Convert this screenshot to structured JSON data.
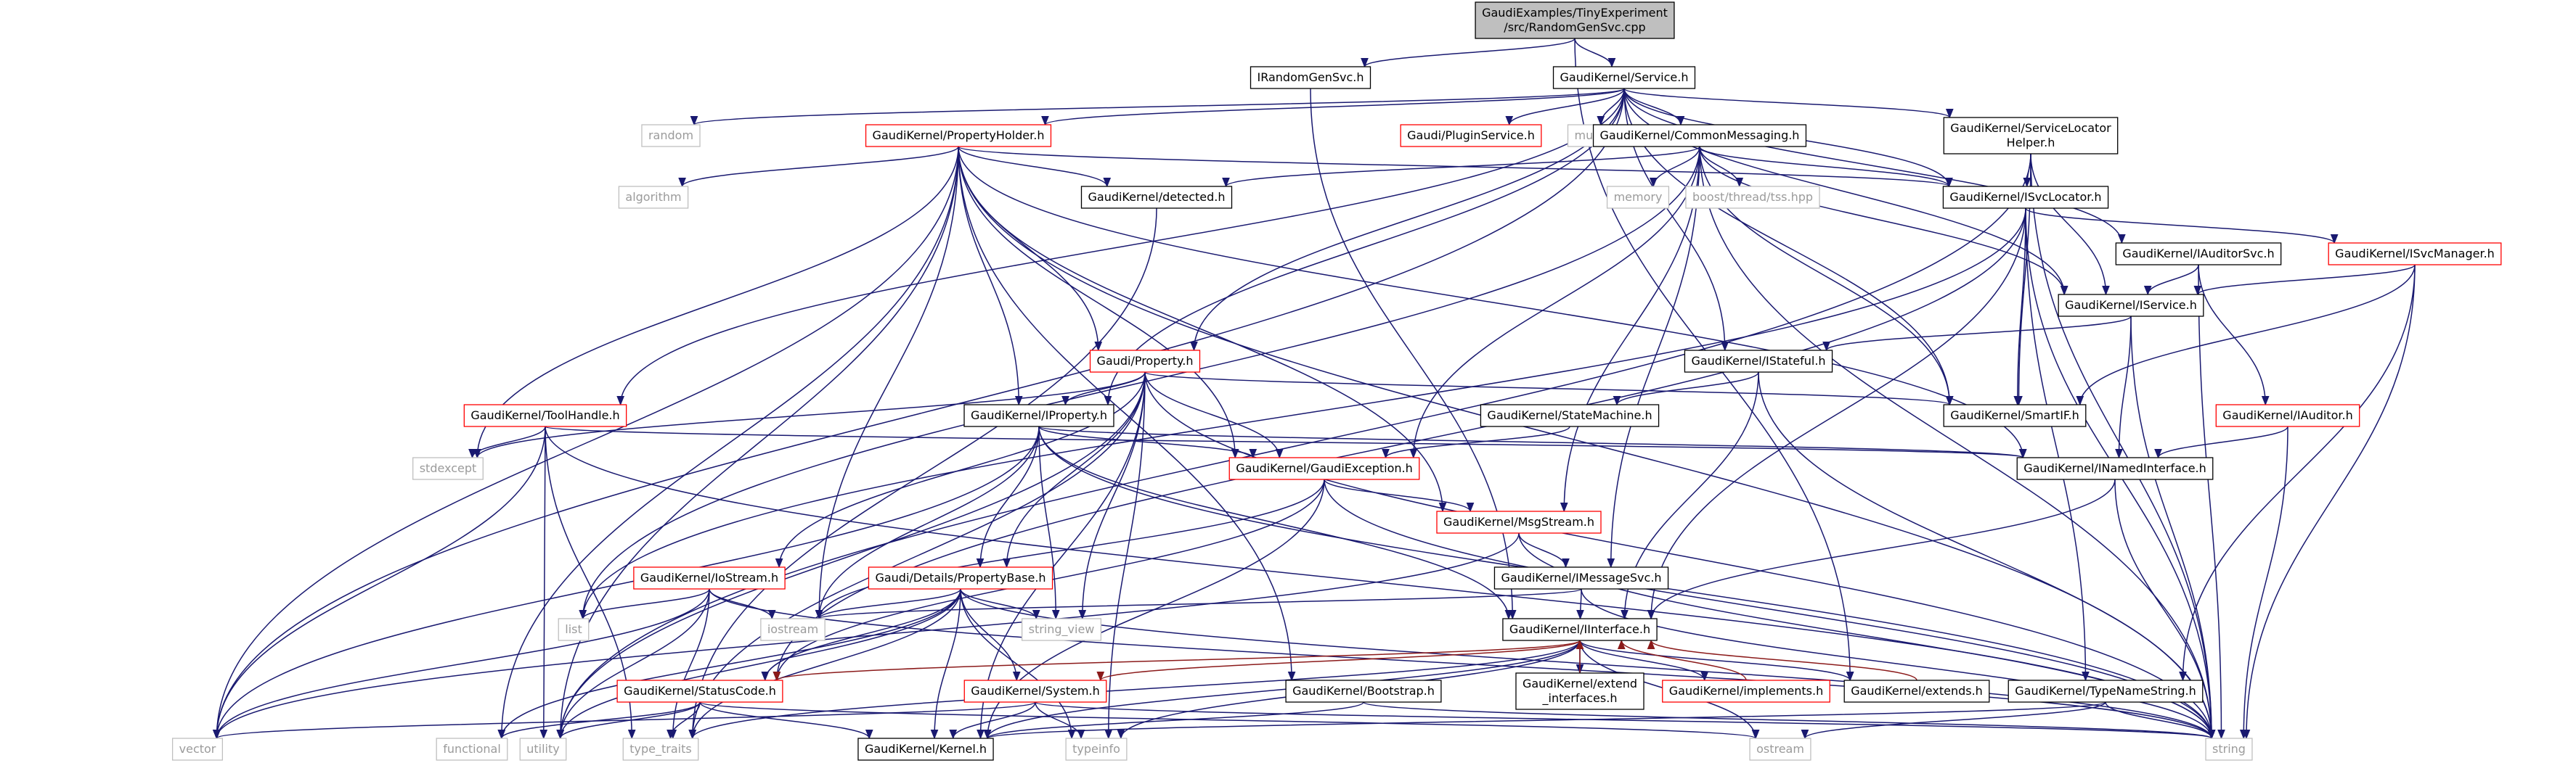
{
  "colors": {
    "root_fill": "#bfbfbf",
    "box_stroke": "#000000",
    "missing_stroke": "#bfbfbf",
    "normal_text": "#000000",
    "missing_text": "#9b9b9b",
    "edge_navy": "#191970",
    "edge_red": "#8b1a1a",
    "link_red": "#ff0000"
  },
  "nodes": [
    {
      "id": "root",
      "lines": [
        "GaudiExamples/TinyExperiment",
        "/src/RandomGenSvc.cpp"
      ],
      "kind": "root"
    },
    {
      "id": "irandom",
      "lines": [
        "IRandomGenSvc.h"
      ],
      "kind": "doc"
    },
    {
      "id": "service",
      "lines": [
        "GaudiKernel/Service.h"
      ],
      "kind": "doc"
    },
    {
      "id": "random",
      "lines": [
        "random"
      ],
      "kind": "missing"
    },
    {
      "id": "propholder",
      "lines": [
        "GaudiKernel/PropertyHolder.h"
      ],
      "kind": "red"
    },
    {
      "id": "pluginsvc",
      "lines": [
        "Gaudi/PluginService.h"
      ],
      "kind": "red"
    },
    {
      "id": "mutex",
      "lines": [
        "mutex"
      ],
      "kind": "missing"
    },
    {
      "id": "commonmsg",
      "lines": [
        "GaudiKernel/CommonMessaging.h"
      ],
      "kind": "doc"
    },
    {
      "id": "svclochelper",
      "lines": [
        "GaudiKernel/ServiceLocator",
        "Helper.h"
      ],
      "kind": "doc"
    },
    {
      "id": "algorithm",
      "lines": [
        "algorithm"
      ],
      "kind": "missing"
    },
    {
      "id": "detected",
      "lines": [
        "GaudiKernel/detected.h"
      ],
      "kind": "doc"
    },
    {
      "id": "memory",
      "lines": [
        "memory"
      ],
      "kind": "missing"
    },
    {
      "id": "boosttss",
      "lines": [
        "boost/thread/tss.hpp"
      ],
      "kind": "missing"
    },
    {
      "id": "isvclocator",
      "lines": [
        "GaudiKernel/ISvcLocator.h"
      ],
      "kind": "doc"
    },
    {
      "id": "iauditorsvc",
      "lines": [
        "GaudiKernel/IAuditorSvc.h"
      ],
      "kind": "doc"
    },
    {
      "id": "isvcmanager",
      "lines": [
        "GaudiKernel/ISvcManager.h"
      ],
      "kind": "red"
    },
    {
      "id": "iservice",
      "lines": [
        "GaudiKernel/IService.h"
      ],
      "kind": "doc"
    },
    {
      "id": "property",
      "lines": [
        "Gaudi/Property.h"
      ],
      "kind": "red"
    },
    {
      "id": "istateful",
      "lines": [
        "GaudiKernel/IStateful.h"
      ],
      "kind": "doc"
    },
    {
      "id": "toolhandle",
      "lines": [
        "GaudiKernel/ToolHandle.h"
      ],
      "kind": "red"
    },
    {
      "id": "iproperty",
      "lines": [
        "GaudiKernel/IProperty.h"
      ],
      "kind": "doc"
    },
    {
      "id": "statemachine",
      "lines": [
        "GaudiKernel/StateMachine.h"
      ],
      "kind": "doc"
    },
    {
      "id": "smartif",
      "lines": [
        "GaudiKernel/SmartIF.h"
      ],
      "kind": "doc"
    },
    {
      "id": "iauditor",
      "lines": [
        "GaudiKernel/IAuditor.h"
      ],
      "kind": "red"
    },
    {
      "id": "stdexcept",
      "lines": [
        "stdexcept"
      ],
      "kind": "missing"
    },
    {
      "id": "gaudiexc",
      "lines": [
        "GaudiKernel/GaudiException.h"
      ],
      "kind": "red"
    },
    {
      "id": "inamedif",
      "lines": [
        "GaudiKernel/INamedInterface.h"
      ],
      "kind": "doc"
    },
    {
      "id": "msgstream",
      "lines": [
        "GaudiKernel/MsgStream.h"
      ],
      "kind": "red"
    },
    {
      "id": "propertybase",
      "lines": [
        "Gaudi/Details/PropertyBase.h"
      ],
      "kind": "red"
    },
    {
      "id": "iostreamh",
      "lines": [
        "GaudiKernel/IoStream.h"
      ],
      "kind": "red"
    },
    {
      "id": "imessagesvc",
      "lines": [
        "GaudiKernel/IMessageSvc.h"
      ],
      "kind": "doc"
    },
    {
      "id": "list",
      "lines": [
        "list"
      ],
      "kind": "missing"
    },
    {
      "id": "iostream",
      "lines": [
        "iostream"
      ],
      "kind": "missing"
    },
    {
      "id": "string_view",
      "lines": [
        "string_view"
      ],
      "kind": "missing"
    },
    {
      "id": "iinterface",
      "lines": [
        "GaudiKernel/IInterface.h"
      ],
      "kind": "doc"
    },
    {
      "id": "statuscode",
      "lines": [
        "GaudiKernel/StatusCode.h"
      ],
      "kind": "red"
    },
    {
      "id": "system",
      "lines": [
        "GaudiKernel/System.h"
      ],
      "kind": "red"
    },
    {
      "id": "bootstrap",
      "lines": [
        "GaudiKernel/Bootstrap.h"
      ],
      "kind": "doc"
    },
    {
      "id": "extendif",
      "lines": [
        "GaudiKernel/extend",
        "_interfaces.h"
      ],
      "kind": "doc"
    },
    {
      "id": "implements",
      "lines": [
        "GaudiKernel/implements.h"
      ],
      "kind": "red"
    },
    {
      "id": "extends",
      "lines": [
        "GaudiKernel/extends.h"
      ],
      "kind": "doc"
    },
    {
      "id": "typenamestring",
      "lines": [
        "GaudiKernel/TypeNameString.h"
      ],
      "kind": "doc"
    },
    {
      "id": "vector",
      "lines": [
        "vector"
      ],
      "kind": "missing"
    },
    {
      "id": "functional",
      "lines": [
        "functional"
      ],
      "kind": "missing"
    },
    {
      "id": "utility",
      "lines": [
        "utility"
      ],
      "kind": "missing"
    },
    {
      "id": "type_traits",
      "lines": [
        "type_traits"
      ],
      "kind": "missing"
    },
    {
      "id": "kernel",
      "lines": [
        "GaudiKernel/Kernel.h"
      ],
      "kind": "doc"
    },
    {
      "id": "typeinfo",
      "lines": [
        "typeinfo"
      ],
      "kind": "missing"
    },
    {
      "id": "ostream",
      "lines": [
        "ostream"
      ],
      "kind": "missing"
    },
    {
      "id": "string",
      "lines": [
        "string"
      ],
      "kind": "missing"
    }
  ],
  "edges": [
    [
      "root",
      "irandom"
    ],
    [
      "root",
      "service"
    ],
    [
      "root",
      "extends"
    ],
    [
      "irandom",
      "iinterface"
    ],
    [
      "service",
      "random"
    ],
    [
      "service",
      "propholder"
    ],
    [
      "service",
      "pluginsvc"
    ],
    [
      "service",
      "mutex"
    ],
    [
      "service",
      "commonmsg"
    ],
    [
      "service",
      "svclochelper"
    ],
    [
      "service",
      "isvclocator"
    ],
    [
      "service",
      "iauditorsvc"
    ],
    [
      "service",
      "iservice"
    ],
    [
      "service",
      "property"
    ],
    [
      "service",
      "istateful"
    ],
    [
      "service",
      "toolhandle"
    ],
    [
      "service",
      "iproperty"
    ],
    [
      "service",
      "smartif"
    ],
    [
      "service",
      "vector"
    ],
    [
      "propholder",
      "algorithm"
    ],
    [
      "propholder",
      "detected"
    ],
    [
      "propholder",
      "isvclocator"
    ],
    [
      "propholder",
      "property"
    ],
    [
      "propholder",
      "iproperty"
    ],
    [
      "propholder",
      "inamedif"
    ],
    [
      "propholder",
      "msgstream"
    ],
    [
      "propholder",
      "bootstrap"
    ],
    [
      "propholder",
      "gaudiexc"
    ],
    [
      "propholder",
      "stdexcept"
    ],
    [
      "propholder",
      "iostream"
    ],
    [
      "propholder",
      "functional"
    ],
    [
      "propholder",
      "utility"
    ],
    [
      "propholder",
      "vector"
    ],
    [
      "propholder",
      "string"
    ],
    [
      "commonmsg",
      "memory"
    ],
    [
      "commonmsg",
      "boosttss"
    ],
    [
      "commonmsg",
      "detected"
    ],
    [
      "commonmsg",
      "isvclocator"
    ],
    [
      "commonmsg",
      "iservice"
    ],
    [
      "commonmsg",
      "smartif"
    ],
    [
      "commonmsg",
      "imessagesvc"
    ],
    [
      "commonmsg",
      "msgstream"
    ],
    [
      "commonmsg",
      "gaudiexc"
    ],
    [
      "commonmsg",
      "list"
    ],
    [
      "commonmsg",
      "string"
    ],
    [
      "svclochelper",
      "isvclocator"
    ],
    [
      "svclochelper",
      "iservice"
    ],
    [
      "svclochelper",
      "smartif"
    ],
    [
      "svclochelper",
      "string"
    ],
    [
      "svclochelper",
      "utility"
    ],
    [
      "detected",
      "type_traits"
    ],
    [
      "isvclocator",
      "isvcmanager"
    ],
    [
      "isvclocator",
      "smartif"
    ],
    [
      "isvclocator",
      "iinterface"
    ],
    [
      "isvclocator",
      "statuscode"
    ],
    [
      "isvclocator",
      "typenamestring"
    ],
    [
      "isvclocator",
      "string"
    ],
    [
      "isvclocator",
      "list"
    ],
    [
      "iauditorsvc",
      "iservice"
    ],
    [
      "iauditorsvc",
      "iauditor"
    ],
    [
      "iauditorsvc",
      "string"
    ],
    [
      "isvcmanager",
      "iservice"
    ],
    [
      "isvcmanager",
      "smartif"
    ],
    [
      "isvcmanager",
      "typenamestring"
    ],
    [
      "isvcmanager",
      "string"
    ],
    [
      "iservice",
      "istateful"
    ],
    [
      "iservice",
      "inamedif"
    ],
    [
      "iservice",
      "string"
    ],
    [
      "istateful",
      "statemachine"
    ],
    [
      "istateful",
      "iinterface"
    ],
    [
      "istateful",
      "string"
    ],
    [
      "property",
      "iproperty"
    ],
    [
      "property",
      "propertybase"
    ],
    [
      "property",
      "smartif"
    ],
    [
      "property",
      "gaudiexc"
    ],
    [
      "property",
      "iostreamh"
    ],
    [
      "property",
      "kernel"
    ],
    [
      "property",
      "string"
    ],
    [
      "property",
      "string_view"
    ],
    [
      "property",
      "typeinfo"
    ],
    [
      "property",
      "stdexcept"
    ],
    [
      "property",
      "utility"
    ],
    [
      "property",
      "type_traits"
    ],
    [
      "toolhandle",
      "stdexcept"
    ],
    [
      "toolhandle",
      "inamedif"
    ],
    [
      "toolhandle",
      "vector"
    ],
    [
      "toolhandle",
      "type_traits"
    ],
    [
      "toolhandle",
      "utility"
    ],
    [
      "toolhandle",
      "string"
    ],
    [
      "iproperty",
      "inamedif"
    ],
    [
      "iproperty",
      "iinterface"
    ],
    [
      "iproperty",
      "gaudiexc"
    ],
    [
      "iproperty",
      "propertybase"
    ],
    [
      "iproperty",
      "iostream"
    ],
    [
      "iproperty",
      "string_view"
    ],
    [
      "iproperty",
      "string"
    ],
    [
      "iproperty",
      "vector"
    ],
    [
      "statemachine",
      "gaudiexc"
    ],
    [
      "iauditor",
      "inamedif"
    ],
    [
      "iauditor",
      "string"
    ],
    [
      "gaudiexc",
      "msgstream"
    ],
    [
      "gaudiexc",
      "iostream"
    ],
    [
      "gaudiexc",
      "kernel"
    ],
    [
      "gaudiexc",
      "string"
    ],
    [
      "gaudiexc",
      "statuscode"
    ],
    [
      "inamedif",
      "iinterface"
    ],
    [
      "inamedif",
      "string"
    ],
    [
      "msgstream",
      "imessagesvc"
    ],
    [
      "msgstream",
      "string"
    ],
    [
      "msgstream",
      "vector"
    ],
    [
      "propertybase",
      "iostream"
    ],
    [
      "propertybase",
      "string_view"
    ],
    [
      "propertybase",
      "system"
    ],
    [
      "propertybase",
      "kernel"
    ],
    [
      "propertybase",
      "statuscode"
    ],
    [
      "propertybase",
      "string"
    ],
    [
      "propertybase",
      "typeinfo"
    ],
    [
      "propertybase",
      "utility"
    ],
    [
      "propertybase",
      "functional"
    ],
    [
      "propertybase",
      "type_traits"
    ],
    [
      "iostreamh",
      "list"
    ],
    [
      "iostreamh",
      "iostream"
    ],
    [
      "iostreamh",
      "string"
    ],
    [
      "iostreamh",
      "vector"
    ],
    [
      "iostreamh",
      "utility"
    ],
    [
      "iostreamh",
      "type_traits"
    ],
    [
      "imessagesvc",
      "iinterface"
    ],
    [
      "imessagesvc",
      "iostream"
    ],
    [
      "imessagesvc",
      "string"
    ],
    [
      "iinterface",
      "statuscode"
    ],
    [
      "iinterface",
      "system"
    ],
    [
      "iinterface",
      "kernel"
    ],
    [
      "iinterface",
      "extendif"
    ],
    [
      "iinterface",
      "implements"
    ],
    [
      "iinterface",
      "extends"
    ],
    [
      "iinterface",
      "typeinfo"
    ],
    [
      "iinterface",
      "ostream"
    ],
    [
      "iinterface",
      "type_traits"
    ],
    [
      "statuscode",
      "kernel"
    ],
    [
      "statuscode",
      "utility"
    ],
    [
      "statuscode",
      "type_traits"
    ],
    [
      "statuscode",
      "functional"
    ],
    [
      "statuscode",
      "ostream"
    ],
    [
      "system",
      "kernel"
    ],
    [
      "system",
      "typeinfo"
    ],
    [
      "system",
      "string"
    ],
    [
      "system",
      "vector"
    ],
    [
      "bootstrap",
      "kernel"
    ],
    [
      "bootstrap",
      "string"
    ],
    [
      "extendif",
      "iinterface"
    ],
    [
      "implements",
      "iinterface"
    ],
    [
      "extends",
      "iinterface"
    ],
    [
      "typenamestring",
      "ostream"
    ],
    [
      "typenamestring",
      "string"
    ],
    [
      "typenamestring",
      "kernel"
    ]
  ],
  "red_edges": [
    [
      "extendif",
      "iinterface"
    ],
    [
      "implements",
      "iinterface"
    ],
    [
      "extends",
      "iinterface"
    ],
    [
      "iinterface",
      "system"
    ],
    [
      "iinterface",
      "statuscode"
    ]
  ]
}
